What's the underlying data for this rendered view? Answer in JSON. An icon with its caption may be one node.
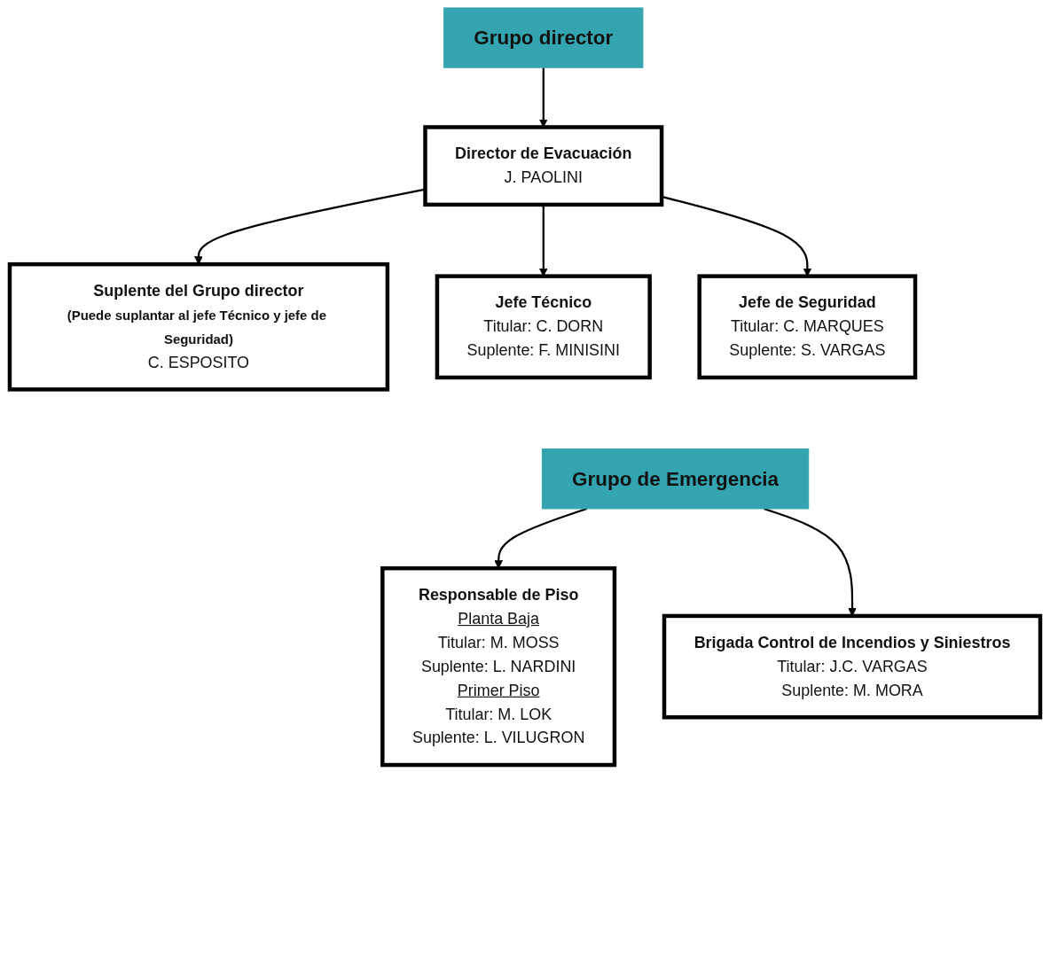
{
  "diagram": {
    "nodes": [
      {
        "text": [
          "Grupo director"
        ]
      },
      {
        "text": [
          "Director de Evacuación",
          "J. PAOLINI"
        ]
      },
      {
        "text": [
          "Suplente del Grupo director",
          "(Puede suplantar al jefe Técnico y jefe de Seguridad)",
          "C. ESPOSITO"
        ]
      },
      {
        "text": [
          "Jefe Técnico",
          "Titular: C. DORN",
          "Suplente: F. MINISINI"
        ]
      },
      {
        "text": [
          "Jefe de Seguridad",
          "Titular: C. MARQUES",
          "Suplente: S. VARGAS"
        ]
      },
      {
        "text": [
          "Grupo de Emergencia"
        ]
      },
      {
        "text": [
          "Responsable de Piso",
          "Planta Baja",
          "Titular: M. MOSS",
          "Suplente: L. NARDINI",
          "Primer Piso",
          "Titular:  M. LOK",
          "Suplente: L. VILUGRON"
        ]
      },
      {
        "text": [
          "Brigada Control de Incendios y Siniestros",
          "Titular: J.C. VARGAS",
          "Suplente: M. MORA"
        ]
      }
    ],
    "edges": [
      {
        "from": 0,
        "to": 1,
        "arrow": "to"
      },
      {
        "from": 1,
        "to": 2,
        "arrow": "to"
      },
      {
        "from": 1,
        "to": 3,
        "arrow": "to"
      },
      {
        "from": 1,
        "to": 4,
        "arrow": "to"
      },
      {
        "from": 5,
        "to": 6,
        "arrow": "to"
      },
      {
        "from": 5,
        "to": 7,
        "arrow": "to"
      }
    ]
  }
}
